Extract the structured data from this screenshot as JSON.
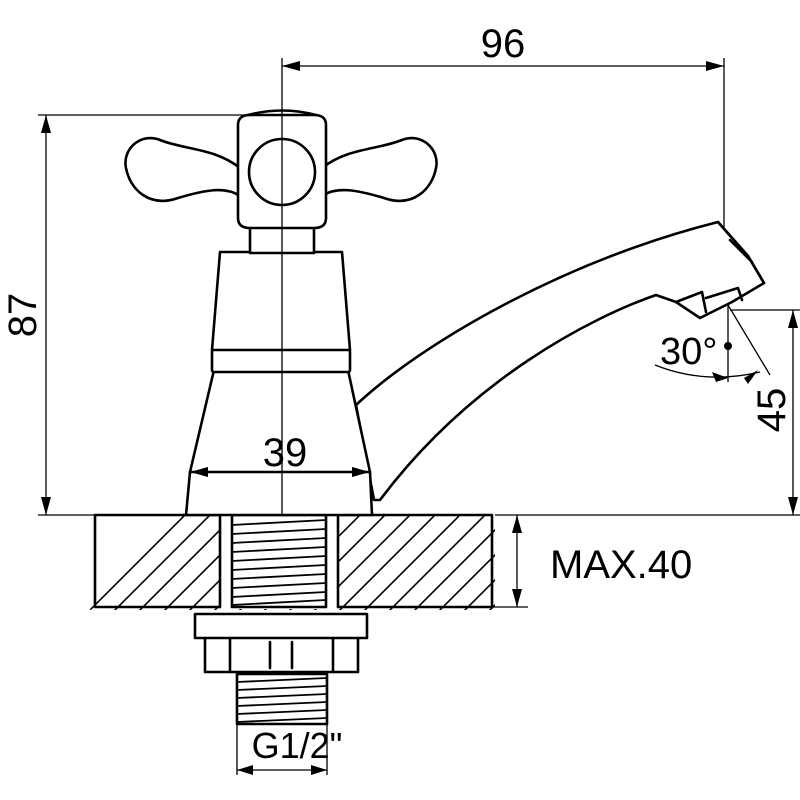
{
  "dimensions": {
    "width_96": "96",
    "height_87": "87",
    "base_39": "39",
    "spout_45": "45",
    "angle_30": "30°",
    "max_thickness": "MAX.40",
    "thread": "G1/2\""
  }
}
